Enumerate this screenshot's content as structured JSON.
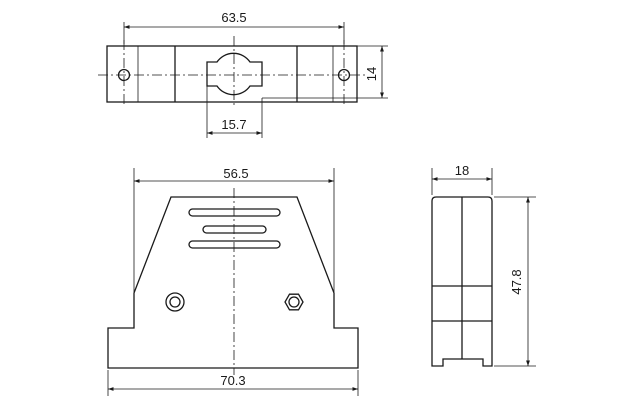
{
  "dimensions": {
    "top_width": "63.5",
    "top_height": "14",
    "top_slot": "15.7",
    "front_inner_width": "56.5",
    "front_base_width": "70.3",
    "side_width": "18",
    "side_height": "47.8"
  }
}
